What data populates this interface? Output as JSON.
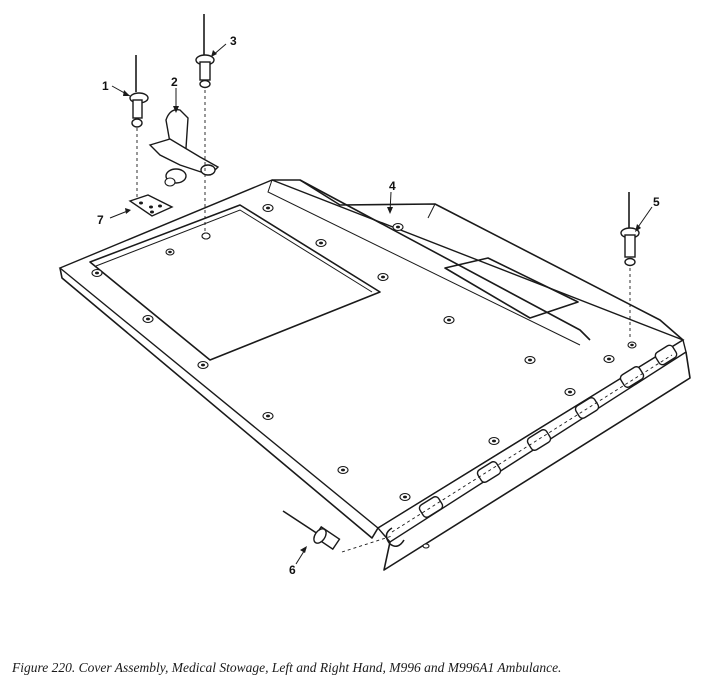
{
  "figure": {
    "caption": "Figure 220.  Cover Assembly, Medical Stowage, Left and Right Hand, M996 and M996A1 Ambulance.",
    "callouts": [
      "1",
      "2",
      "3",
      "4",
      "5",
      "6",
      "7"
    ]
  }
}
